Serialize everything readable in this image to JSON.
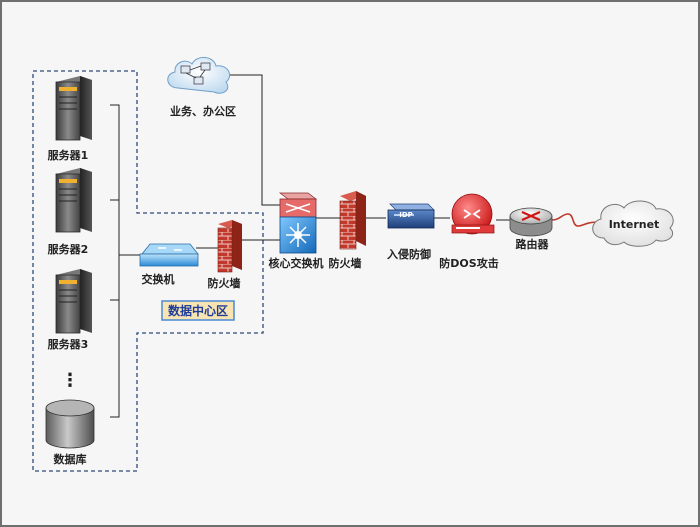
{
  "colors": {
    "frame_border": "#6f6f6f",
    "canvas": "#f6f6f6",
    "dashed_region": "#2c4a7a",
    "link_line": "#222222",
    "serial_link": "#c0392b",
    "zone_label_border": "#4a8ad4",
    "zone_label_fill": "#f7e4b2",
    "zone_label_text": "#1f3d99"
  },
  "nodes": {
    "office": {
      "label": "业务、办公区",
      "icon": "cloud-network-icon"
    },
    "server1": {
      "label": "服务器1",
      "icon": "server-tower-icon"
    },
    "server2": {
      "label": "服务器2",
      "icon": "server-tower-icon"
    },
    "server3": {
      "label": "服务器3",
      "icon": "server-tower-icon"
    },
    "ellipsis": {
      "label": "⋮"
    },
    "database": {
      "label": "数据库",
      "icon": "database-icon"
    },
    "access_switch": {
      "label": "交换机",
      "icon": "switch-icon"
    },
    "dc_firewall": {
      "label": "防火墙",
      "icon": "firewall-icon"
    },
    "core_switch": {
      "label": "核心交换机",
      "icon": "core-switch-icon"
    },
    "edge_firewall": {
      "label": "防火墙",
      "icon": "firewall-icon"
    },
    "ids": {
      "label": "入侵防御",
      "badge": "IDP",
      "icon": "ids-appliance-icon"
    },
    "anti_dos": {
      "label": "防DOS攻击",
      "icon": "anti-dos-icon"
    },
    "router": {
      "label": "路由器",
      "icon": "router-icon"
    },
    "internet": {
      "label": "Internet",
      "icon": "internet-cloud-icon"
    }
  },
  "zone": {
    "label": "数据中心区"
  }
}
